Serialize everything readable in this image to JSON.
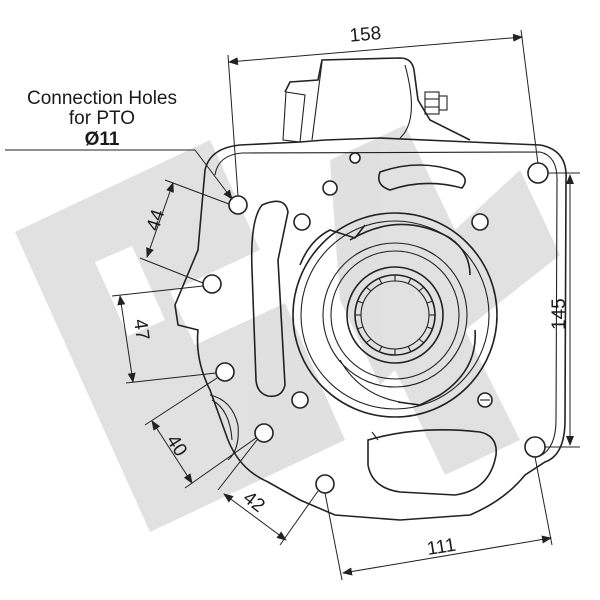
{
  "label": {
    "line1": "Connection Holes",
    "line2": "for PTO",
    "line3": "Ø11"
  },
  "dimensions": {
    "top_width": "158",
    "right_height": "145",
    "bottom_width": "111",
    "spacing_1": "44",
    "spacing_2": "47",
    "spacing_3": "40",
    "spacing_4": "42"
  },
  "colors": {
    "line": "#222222",
    "watermark": "#d9d9d9",
    "background": "#ffffff"
  }
}
